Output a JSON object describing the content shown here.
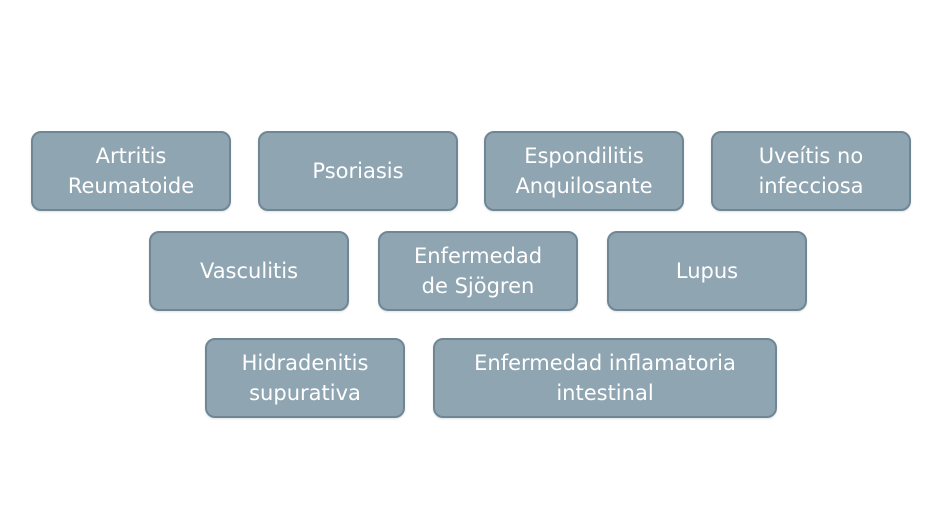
{
  "colors": {
    "box_fill": "#8fa5b2",
    "box_border": "#6f8795",
    "text": "#ffffff",
    "background": "#ffffff"
  },
  "boxes": [
    {
      "label": "Artritis\nReumatoide"
    },
    {
      "label": "Psoriasis"
    },
    {
      "label": "Espondilitis\nAnquilosante"
    },
    {
      "label": "Uveítis no\ninfecciosa"
    },
    {
      "label": "Vasculitis"
    },
    {
      "label": "Enfermedad\nde Sjögren"
    },
    {
      "label": "Lupus"
    },
    {
      "label": "Hidradenitis\nsupurativa"
    },
    {
      "label": "Enfermedad inflamatoria\nintestinal"
    }
  ]
}
